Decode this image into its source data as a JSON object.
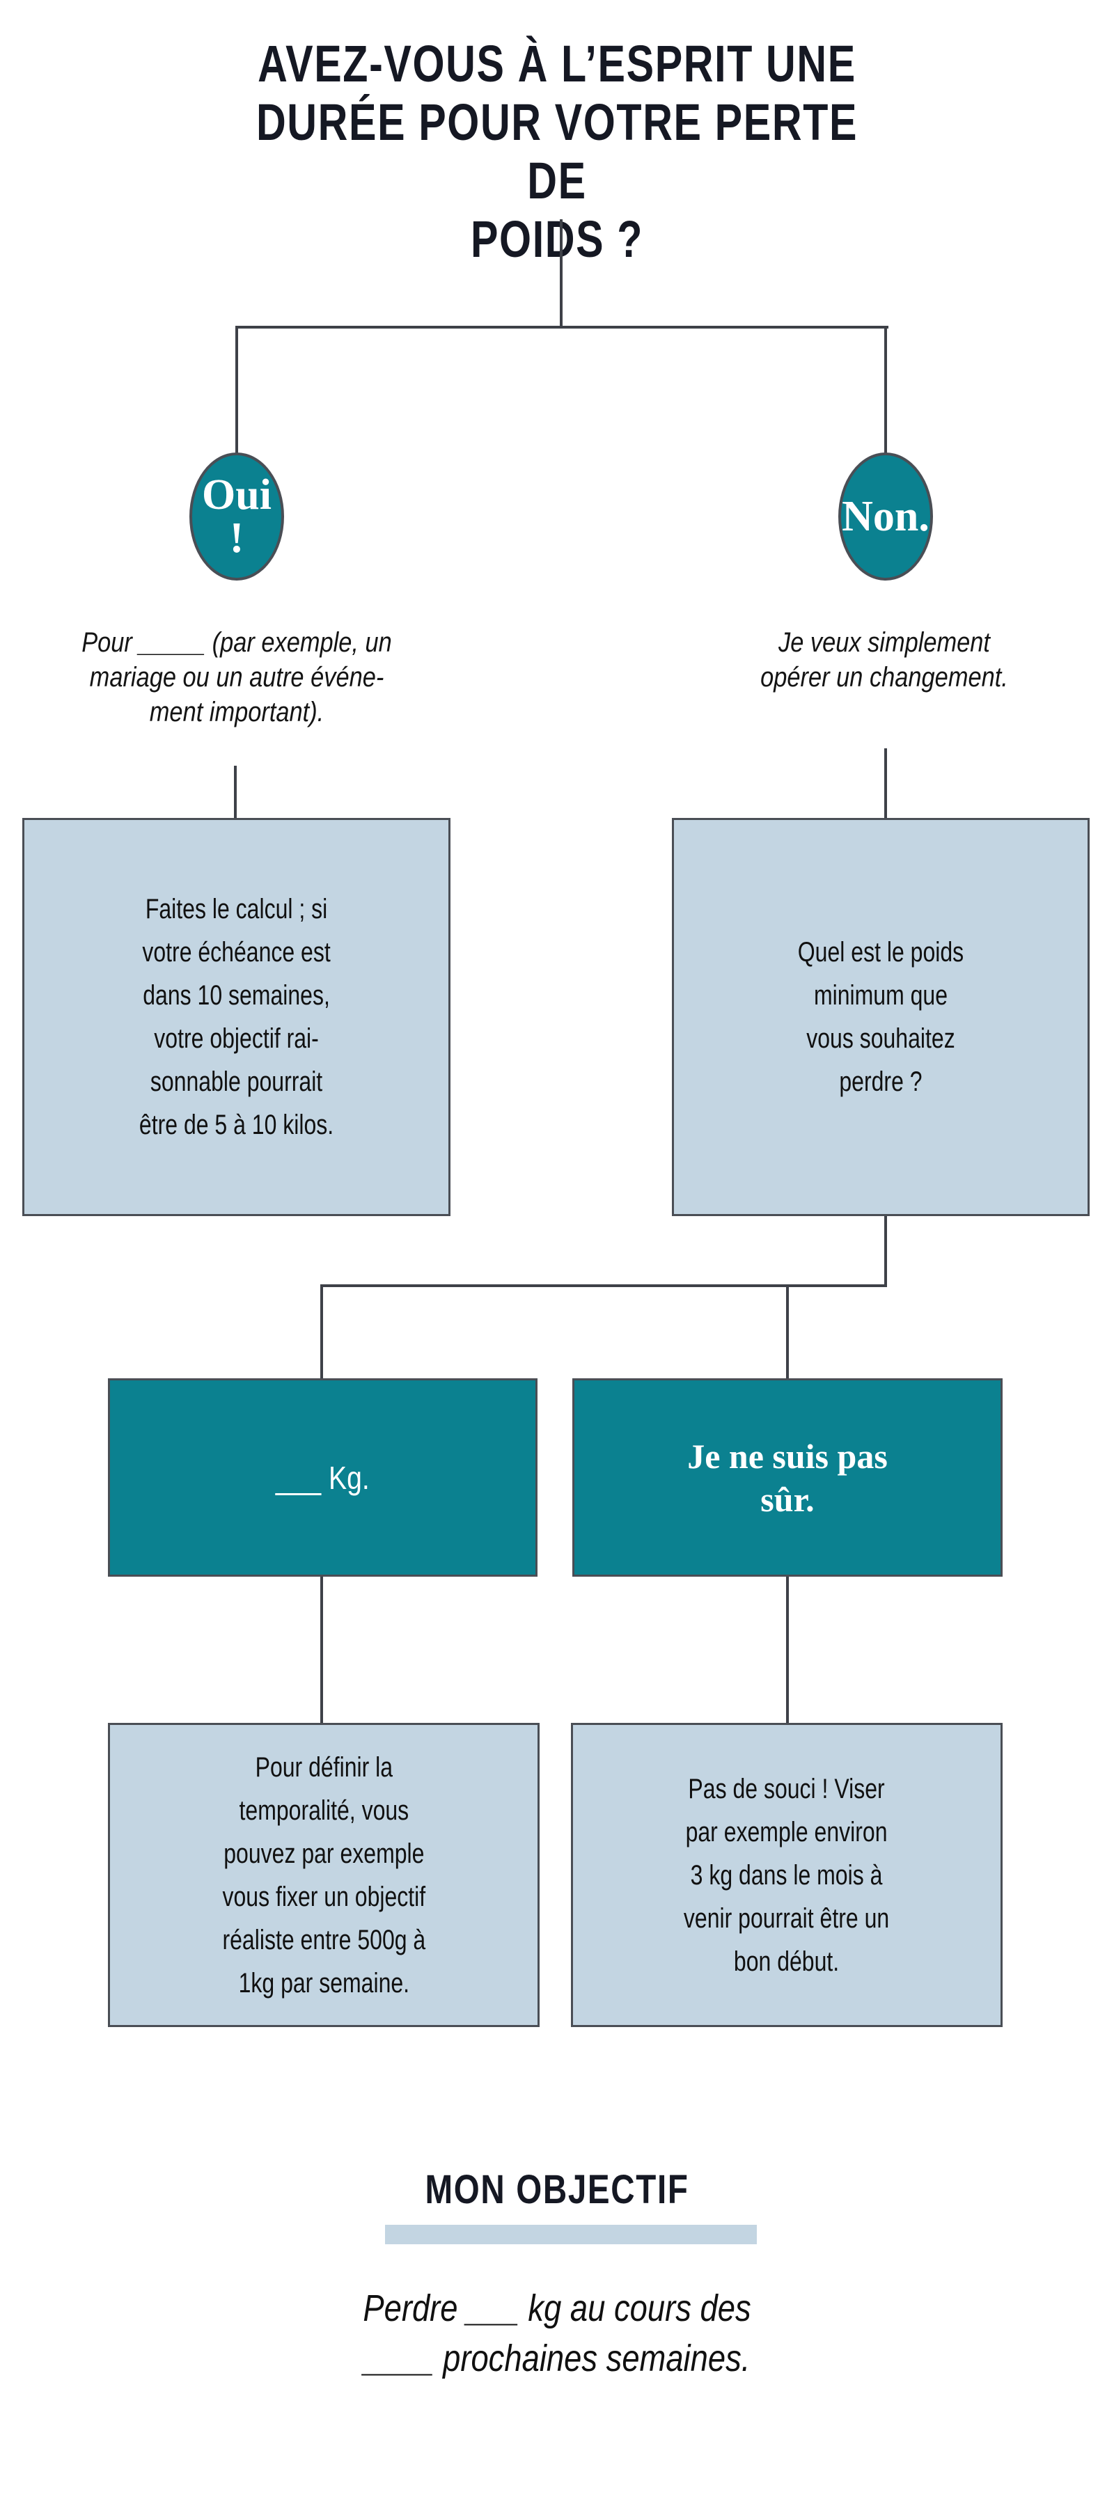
{
  "colors": {
    "teal": "#0B8190",
    "light_blue": "#C3D5E2",
    "ink": "#151823",
    "border": "#4A4E55",
    "background": "#FFFFFF"
  },
  "title": "AVEZ-VOUS À L’ESPRIT UNE\nDURÉE POUR VOTRE PERTE DE\nPOIDS ?",
  "branches": {
    "yes": {
      "node_label": "Oui !",
      "caption": "Pour _____ (par exemple, un\nmariage ou un autre événe-\nment important).",
      "box_text": "Faites le calcul ; si\nvotre échéance est\ndans 10 semaines,\nvotre objectif  rai-\nsonnable pourrait\nêtre de 5 à 10 kilos."
    },
    "no": {
      "node_label": "Non.",
      "caption": "Je veux simplement\nopérer un changement.",
      "box_text": "Quel est le poids\nminimum que\nvous souhaitez\nperdre ?"
    }
  },
  "second_level": {
    "amount": {
      "node_label": "___ Kg.",
      "box_text": "Pour définir la\ntemporalité, vous\npouvez par exemple\nvous fixer un objectif\nréaliste entre 500g à\n1kg par semaine."
    },
    "unsure": {
      "node_label": "Je ne suis pas\nsûr.",
      "box_text": "Pas de souci ! Viser\npar exemple environ\n3 kg dans le mois à\nvenir pourrait être un\nbon début."
    }
  },
  "footer": {
    "heading": "MON OBJECTIF",
    "goal_text": "Perdre ___ kg au cours des\n____ prochaines semaines."
  }
}
